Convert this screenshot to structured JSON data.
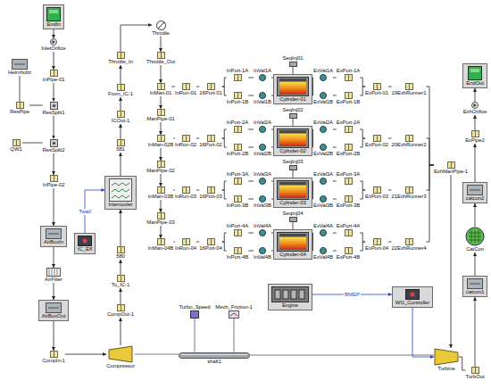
{
  "diagram": {
    "nodes": [
      {
        "text": [
          "EndIn"
        ]
      },
      {
        "text": [
          "Throttle"
        ]
      },
      {
        "text": [
          "InletOrifice"
        ]
      },
      {
        "text": [
          "Throttle_In"
        ]
      },
      {
        "text": [
          "Throttle_Out"
        ]
      },
      {
        "text": [
          "Helmholtz"
        ]
      },
      {
        "text": [
          "InPipe-01"
        ]
      },
      {
        "text": [
          "From_IC-1"
        ]
      },
      {
        "text": [
          "ResPipe"
        ]
      },
      {
        "text": [
          "ResSplit1"
        ]
      },
      {
        "text": [
          "ICOut-1"
        ]
      },
      {
        "text": [
          "581"
        ]
      },
      {
        "text": [
          "QW1"
        ]
      },
      {
        "text": [
          "ResSplit2"
        ]
      },
      {
        "text": [
          "InPipe-02"
        ]
      },
      {
        "text": [
          "Intercooler"
        ]
      },
      {
        "text": [
          "IC_Eff"
        ]
      },
      {
        "text": [
          "AirBoxIn"
        ]
      },
      {
        "text": [
          "580"
        ]
      },
      {
        "text": [
          "AirFilter"
        ]
      },
      {
        "text": [
          "To_IC-1"
        ]
      },
      {
        "text": [
          "AirBoxOut"
        ]
      },
      {
        "text": [
          "CompOut-1"
        ]
      },
      {
        "text": [
          "CompIn-1"
        ]
      },
      {
        "text": [
          "Compressor"
        ]
      },
      {
        "text": [
          "Turbo_Speed"
        ]
      },
      {
        "text": [
          "Mech_Friction-1"
        ]
      },
      {
        "text": [
          "shaft1"
        ]
      },
      {
        "text": [
          "EndOut"
        ]
      },
      {
        "text": [
          "ExhOrifice"
        ]
      },
      {
        "text": [
          "ExPipe2"
        ]
      },
      {
        "text": [
          "ExhManPipe-1"
        ]
      },
      {
        "text": [
          "catcon2"
        ]
      },
      {
        "text": [
          "CatCon"
        ]
      },
      {
        "text": [
          "catcon1"
        ]
      },
      {
        "text": [
          "Engine"
        ]
      },
      {
        "text": [
          "WG_Controller"
        ]
      },
      {
        "text": [
          "Turbine"
        ]
      },
      {
        "text": [
          "TurbOut"
        ]
      },
      {
        "text": [
          "SeqInj01"
        ]
      },
      {
        "text": [
          "InMan-01"
        ]
      },
      {
        "text": [
          "InRun-01"
        ]
      },
      {
        "text": [
          "16Port-01"
        ]
      },
      {
        "text": [
          "InPort-1A"
        ]
      },
      {
        "text": [
          "InVal1A"
        ]
      },
      {
        "text": [
          "Cylinder-01"
        ]
      },
      {
        "text": [
          "ExVal1A"
        ]
      },
      {
        "text": [
          "ExPort-1A"
        ]
      },
      {
        "text": [
          "ExPort-01"
        ]
      },
      {
        "text": [
          "19ExhRunner1"
        ]
      },
      {
        "text": [
          "InPort-1B"
        ]
      },
      {
        "text": [
          "InVal1B"
        ]
      },
      {
        "text": [
          "ExVal1B"
        ]
      },
      {
        "text": [
          "ExPort-1B"
        ]
      },
      {
        "text": [
          "SeqInj02"
        ]
      },
      {
        "text": [
          "InMan-02B"
        ]
      },
      {
        "text": [
          "InRun-02"
        ]
      },
      {
        "text": [
          "16Port-02"
        ]
      },
      {
        "text": [
          "InPort-2A"
        ]
      },
      {
        "text": [
          "InVal2A"
        ]
      },
      {
        "text": [
          "Cylinder-02"
        ]
      },
      {
        "text": [
          "ExVal2A"
        ]
      },
      {
        "text": [
          "ExPort-2A"
        ]
      },
      {
        "text": [
          "ExPort-02"
        ]
      },
      {
        "text": [
          "20ExhRunner2"
        ]
      },
      {
        "text": [
          "InPort-2B"
        ]
      },
      {
        "text": [
          "InVal2B"
        ]
      },
      {
        "text": [
          "ExVal2B"
        ]
      },
      {
        "text": [
          "ExPort-2B"
        ]
      },
      {
        "text": [
          "SeqInj03"
        ]
      },
      {
        "text": [
          "InMan-03B"
        ]
      },
      {
        "text": [
          "InRun-03"
        ]
      },
      {
        "text": [
          "16Port-03"
        ]
      },
      {
        "text": [
          "InPort-3A"
        ]
      },
      {
        "text": [
          "InVal3A"
        ]
      },
      {
        "text": [
          "Cylinder-03"
        ]
      },
      {
        "text": [
          "ExVal3A"
        ]
      },
      {
        "text": [
          "ExPort-3A"
        ]
      },
      {
        "text": [
          "ExPort-03"
        ]
      },
      {
        "text": [
          "21ExhRunner3"
        ]
      },
      {
        "text": [
          "InPort-3B"
        ]
      },
      {
        "text": [
          "InVal3B"
        ]
      },
      {
        "text": [
          "ExVal3B"
        ]
      },
      {
        "text": [
          "ExPort-3B"
        ]
      },
      {
        "text": [
          "SeqInj04"
        ]
      },
      {
        "text": [
          "InMan-04B"
        ]
      },
      {
        "text": [
          "InRun-04"
        ]
      },
      {
        "text": [
          "16Port-04"
        ]
      },
      {
        "text": [
          "InPort-4A"
        ]
      },
      {
        "text": [
          "InVal4A"
        ]
      },
      {
        "text": [
          "Cylinder-04"
        ]
      },
      {
        "text": [
          "ExVal4A"
        ]
      },
      {
        "text": [
          "ExPort-4A"
        ]
      },
      {
        "text": [
          "ExPort-04"
        ]
      },
      {
        "text": [
          "22ExhRunner4"
        ]
      },
      {
        "text": [
          "InPort-4B"
        ]
      },
      {
        "text": [
          "InVal4B"
        ]
      },
      {
        "text": [
          "ExVal4B"
        ]
      },
      {
        "text": [
          "ExPort-4B"
        ]
      },
      {
        "text": [
          "ManPipe-01"
        ]
      },
      {
        "text": [
          "ManPipe-02"
        ]
      },
      {
        "text": [
          "ManPipe-03"
        ]
      }
    ],
    "edges": [
      {
        "from": 0,
        "to": 2,
        "arrow": "to"
      },
      {
        "from": 2,
        "to": 6,
        "arrow": "to"
      },
      {
        "from": 6,
        "to": 9,
        "arrow": "to"
      },
      {
        "from": 9,
        "to": 8,
        "arrow": "none"
      },
      {
        "from": 8,
        "to": 5,
        "arrow": "none"
      },
      {
        "from": 9,
        "to": 13,
        "arrow": "to"
      },
      {
        "from": 13,
        "to": 12,
        "arrow": "none"
      },
      {
        "from": 13,
        "to": 14,
        "arrow": "to"
      },
      {
        "from": 14,
        "to": 17,
        "arrow": "to"
      },
      {
        "from": 17,
        "to": 19,
        "arrow": "to"
      },
      {
        "from": 19,
        "to": 21,
        "arrow": "to"
      },
      {
        "from": 21,
        "to": 23,
        "arrow": "to"
      },
      {
        "from": 23,
        "to": 24,
        "arrow": "to"
      },
      {
        "from": 24,
        "to": 22,
        "arrow": "to"
      },
      {
        "from": 22,
        "to": 20,
        "arrow": "to"
      },
      {
        "from": 20,
        "to": 18,
        "arrow": "to"
      },
      {
        "from": 18,
        "to": 15,
        "arrow": "to"
      },
      {
        "from": 15,
        "to": 11,
        "arrow": "to"
      },
      {
        "from": 11,
        "to": 10,
        "arrow": "to"
      },
      {
        "from": 10,
        "to": 7,
        "arrow": "to"
      },
      {
        "from": 7,
        "to": 3,
        "arrow": "to"
      },
      {
        "from": 3,
        "to": 1,
        "arrow": "to"
      },
      {
        "from": 1,
        "to": 4,
        "arrow": "to"
      },
      {
        "from": 4,
        "to": 40,
        "arrow": "to"
      },
      {
        "from": 40,
        "to": 99,
        "arrow": "to"
      },
      {
        "from": 99,
        "to": 55,
        "arrow": "to"
      },
      {
        "from": 55,
        "to": 100,
        "arrow": "to"
      },
      {
        "from": 100,
        "to": 70,
        "arrow": "to"
      },
      {
        "from": 70,
        "to": 101,
        "arrow": "to"
      },
      {
        "from": 101,
        "to": 85,
        "arrow": "to"
      },
      {
        "from": 40,
        "to": 41,
        "arrow": "to"
      },
      {
        "from": 41,
        "to": 42,
        "arrow": "to"
      },
      {
        "from": 42,
        "to": 43,
        "arrow": "to"
      },
      {
        "from": 42,
        "to": 50,
        "arrow": "to"
      },
      {
        "from": 43,
        "to": 44,
        "arrow": "to"
      },
      {
        "from": 50,
        "to": 51,
        "arrow": "to"
      },
      {
        "from": 44,
        "to": 45,
        "arrow": "to"
      },
      {
        "from": 51,
        "to": 45,
        "arrow": "to"
      },
      {
        "from": 45,
        "to": 46,
        "arrow": "to"
      },
      {
        "from": 45,
        "to": 52,
        "arrow": "to"
      },
      {
        "from": 46,
        "to": 47,
        "arrow": "to"
      },
      {
        "from": 52,
        "to": 53,
        "arrow": "to"
      },
      {
        "from": 47,
        "to": 48,
        "arrow": "to"
      },
      {
        "from": 53,
        "to": 48,
        "arrow": "to"
      },
      {
        "from": 48,
        "to": 49,
        "arrow": "to"
      },
      {
        "from": 49,
        "to": 31,
        "arrow": "to"
      },
      {
        "from": 39,
        "to": 45,
        "arrow": "none"
      },
      {
        "from": 55,
        "to": 56,
        "arrow": "to"
      },
      {
        "from": 56,
        "to": 57,
        "arrow": "to"
      },
      {
        "from": 57,
        "to": 58,
        "arrow": "to"
      },
      {
        "from": 57,
        "to": 65,
        "arrow": "to"
      },
      {
        "from": 58,
        "to": 59,
        "arrow": "to"
      },
      {
        "from": 65,
        "to": 66,
        "arrow": "to"
      },
      {
        "from": 59,
        "to": 60,
        "arrow": "to"
      },
      {
        "from": 66,
        "to": 60,
        "arrow": "to"
      },
      {
        "from": 60,
        "to": 61,
        "arrow": "to"
      },
      {
        "from": 60,
        "to": 67,
        "arrow": "to"
      },
      {
        "from": 61,
        "to": 62,
        "arrow": "to"
      },
      {
        "from": 67,
        "to": 68,
        "arrow": "to"
      },
      {
        "from": 62,
        "to": 63,
        "arrow": "to"
      },
      {
        "from": 68,
        "to": 63,
        "arrow": "to"
      },
      {
        "from": 63,
        "to": 64,
        "arrow": "to"
      },
      {
        "from": 64,
        "to": 31,
        "arrow": "to"
      },
      {
        "from": 54,
        "to": 60,
        "arrow": "none"
      },
      {
        "from": 70,
        "to": 71,
        "arrow": "to"
      },
      {
        "from": 71,
        "to": 72,
        "arrow": "to"
      },
      {
        "from": 72,
        "to": 73,
        "arrow": "to"
      },
      {
        "from": 72,
        "to": 80,
        "arrow": "to"
      },
      {
        "from": 73,
        "to": 74,
        "arrow": "to"
      },
      {
        "from": 80,
        "to": 81,
        "arrow": "to"
      },
      {
        "from": 74,
        "to": 75,
        "arrow": "to"
      },
      {
        "from": 81,
        "to": 75,
        "arrow": "to"
      },
      {
        "from": 75,
        "to": 76,
        "arrow": "to"
      },
      {
        "from": 75,
        "to": 82,
        "arrow": "to"
      },
      {
        "from": 76,
        "to": 77,
        "arrow": "to"
      },
      {
        "from": 82,
        "to": 83,
        "arrow": "to"
      },
      {
        "from": 77,
        "to": 78,
        "arrow": "to"
      },
      {
        "from": 83,
        "to": 78,
        "arrow": "to"
      },
      {
        "from": 78,
        "to": 79,
        "arrow": "to"
      },
      {
        "from": 79,
        "to": 31,
        "arrow": "to"
      },
      {
        "from": 69,
        "to": 75,
        "arrow": "none"
      },
      {
        "from": 85,
        "to": 86,
        "arrow": "to"
      },
      {
        "from": 86,
        "to": 87,
        "arrow": "to"
      },
      {
        "from": 87,
        "to": 88,
        "arrow": "to"
      },
      {
        "from": 87,
        "to": 95,
        "arrow": "to"
      },
      {
        "from": 88,
        "to": 89,
        "arrow": "to"
      },
      {
        "from": 95,
        "to": 96,
        "arrow": "to"
      },
      {
        "from": 89,
        "to": 90,
        "arrow": "to"
      },
      {
        "from": 96,
        "to": 90,
        "arrow": "to"
      },
      {
        "from": 90,
        "to": 91,
        "arrow": "to"
      },
      {
        "from": 90,
        "to": 97,
        "arrow": "to"
      },
      {
        "from": 91,
        "to": 92,
        "arrow": "to"
      },
      {
        "from": 97,
        "to": 98,
        "arrow": "to"
      },
      {
        "from": 92,
        "to": 93,
        "arrow": "to"
      },
      {
        "from": 98,
        "to": 93,
        "arrow": "to"
      },
      {
        "from": 93,
        "to": 94,
        "arrow": "to"
      },
      {
        "from": 94,
        "to": 31,
        "arrow": "to"
      },
      {
        "from": 84,
        "to": 90,
        "arrow": "none"
      },
      {
        "from": 31,
        "to": 37,
        "arrow": "to"
      },
      {
        "from": 37,
        "to": 38,
        "arrow": "to"
      },
      {
        "from": 38,
        "to": 34,
        "arrow": "to"
      },
      {
        "from": 34,
        "to": 33,
        "arrow": "to"
      },
      {
        "from": 33,
        "to": 32,
        "arrow": "to"
      },
      {
        "from": 32,
        "to": 30,
        "arrow": "to"
      },
      {
        "from": 30,
        "to": 29,
        "arrow": "to"
      },
      {
        "from": 29,
        "to": 28,
        "arrow": "to"
      },
      {
        "from": 16,
        "to": 15,
        "label": "Twall",
        "arrow": "to"
      },
      {
        "from": 35,
        "to": 36,
        "label": "BMEP",
        "arrow": "to"
      },
      {
        "from": 36,
        "to": 37,
        "arrow": "to"
      },
      {
        "from": 24,
        "to": 27,
        "arrow": "none"
      },
      {
        "from": 27,
        "to": 37,
        "arrow": "none"
      },
      {
        "from": 25,
        "to": 27,
        "arrow": "none"
      },
      {
        "from": 26,
        "to": 27,
        "arrow": "none"
      }
    ]
  }
}
